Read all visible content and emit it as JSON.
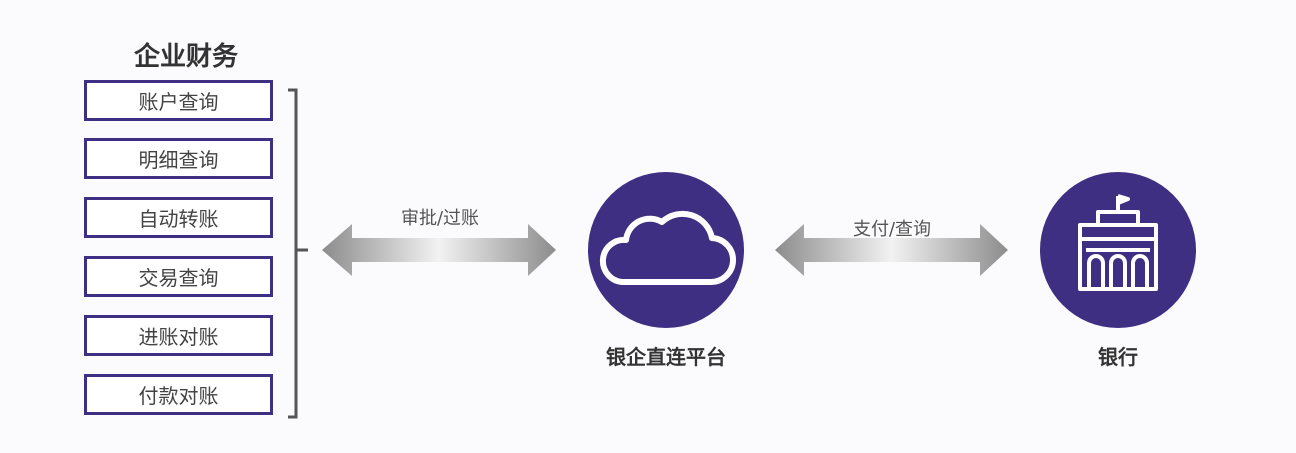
{
  "left_group": {
    "title": "企业财务",
    "items": [
      "账户查询",
      "明细查询",
      "自动转账",
      "交易查询",
      "进账对账",
      "付款对账"
    ]
  },
  "arrows": {
    "left_label": "审批/过账",
    "right_label": "支付/查询"
  },
  "platform": {
    "label": "银企直连平台",
    "icon": "cloud-icon"
  },
  "bank": {
    "label": "银行",
    "icon": "bank-building-icon"
  },
  "colors": {
    "accent": "#3f2f82",
    "arrow_gray": "#9a9a9a"
  }
}
